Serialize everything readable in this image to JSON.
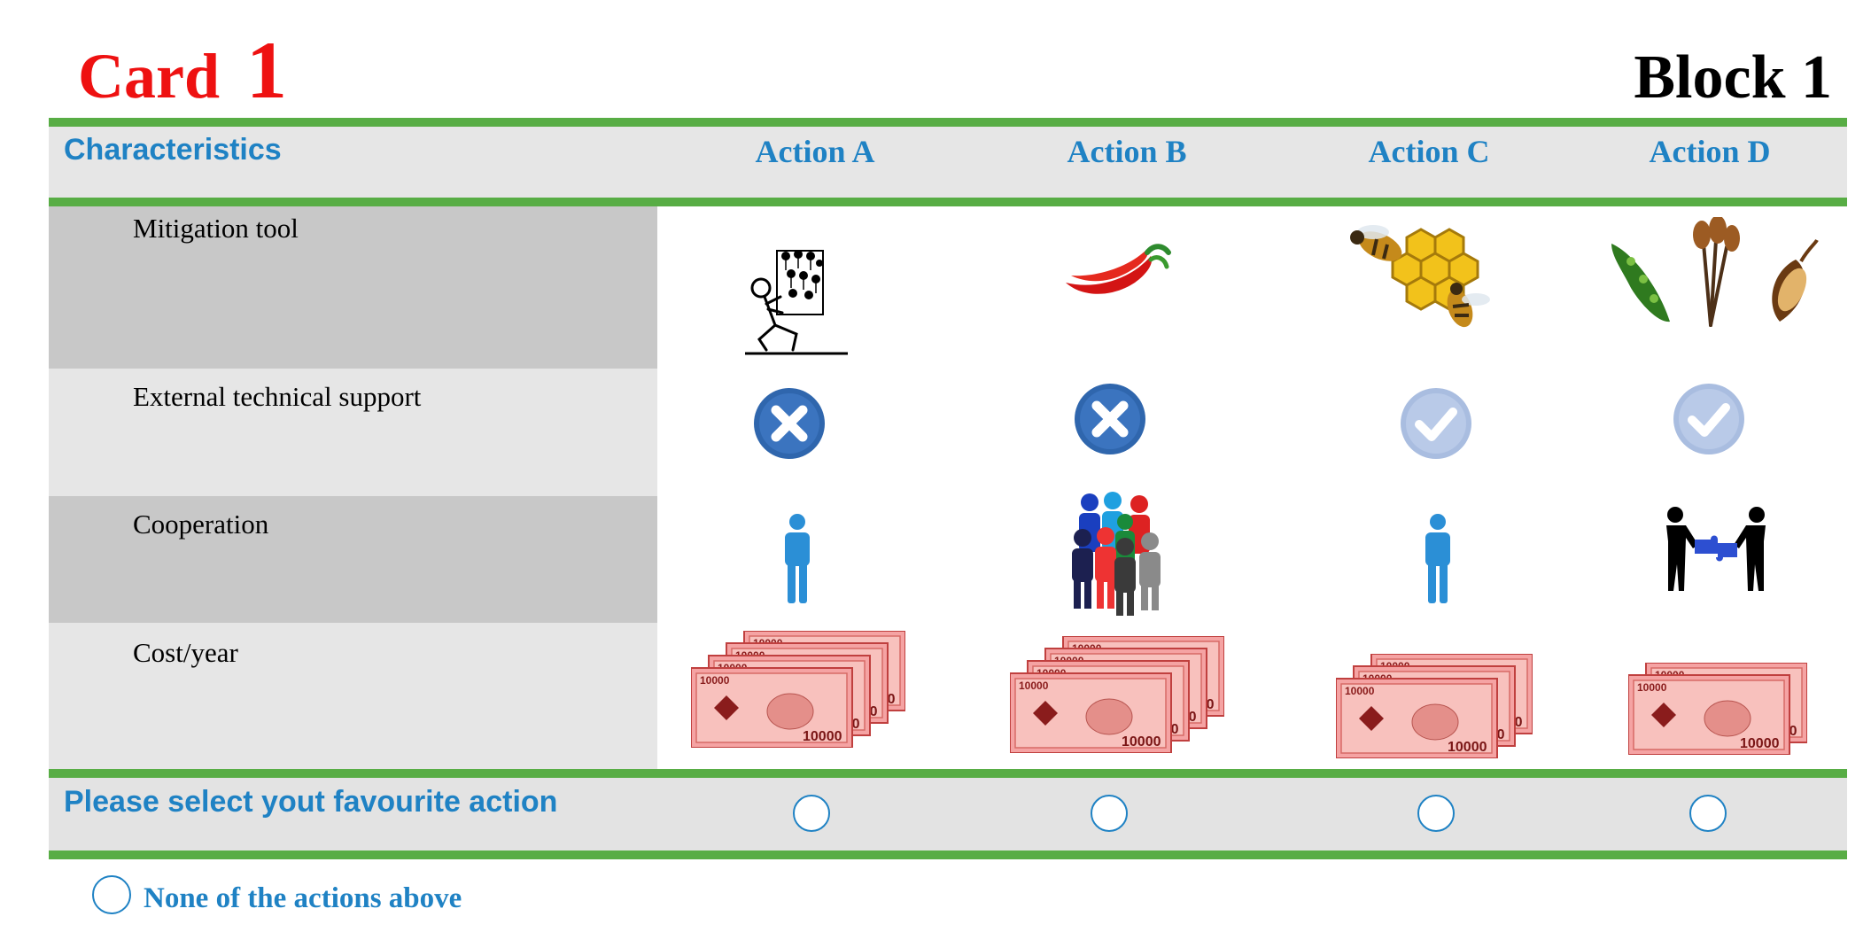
{
  "card": {
    "word": "Card",
    "number": "1"
  },
  "block": {
    "title": "Block 1"
  },
  "header": {
    "characteristics": "Characteristics",
    "actions": [
      "Action A",
      "Action B",
      "Action C",
      "Action D"
    ]
  },
  "rows": {
    "mitigation": "Mitigation tool",
    "support": "External technical support",
    "cooperation": "Cooperation",
    "cost": "Cost/year"
  },
  "attributes": {
    "mitigation_icons": [
      "person-carrying-flags-icon",
      "chili-pepper-icon",
      "bees-honeycomb-icon",
      "crops-beans-sorghum-maize-icon"
    ],
    "support": [
      false,
      false,
      true,
      true
    ],
    "cooperation_icons": [
      "single-person-icon",
      "group-of-people-icon",
      "single-person-icon",
      "two-people-puzzle-icon"
    ],
    "cost_banknotes": [
      4,
      4,
      3,
      2
    ],
    "banknote_text": "10000"
  },
  "selection": {
    "prompt": "Please select yout favourite action",
    "none": "None of the actions above"
  },
  "colors": {
    "card_red": "#ee1111",
    "header_blue": "#1f82c4",
    "green_rule": "#58ad45",
    "dark_band": "#c8c8c8",
    "light_band": "#e6e6e6"
  }
}
